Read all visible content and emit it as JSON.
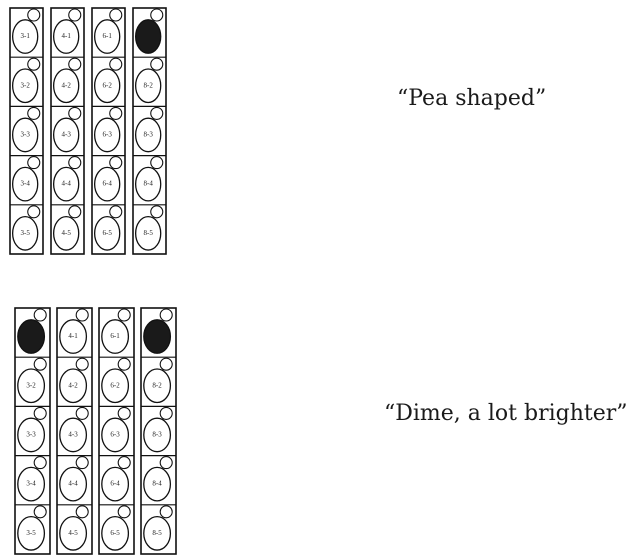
{
  "colors": {
    "ink": "#111111",
    "dark": "#1a1a1a",
    "paper": "#ffffff"
  },
  "panels": [
    {
      "caption": "“Pea shaped”",
      "strips": [
        {
          "cells": [
            {
              "label": "3-1",
              "dark": false
            },
            {
              "label": "3-2",
              "dark": false
            },
            {
              "label": "3-3",
              "dark": false
            },
            {
              "label": "3-4",
              "dark": false
            },
            {
              "label": "3-5",
              "dark": false
            }
          ]
        },
        {
          "cells": [
            {
              "label": "4-1",
              "dark": false
            },
            {
              "label": "4-2",
              "dark": false
            },
            {
              "label": "4-3",
              "dark": false
            },
            {
              "label": "4-4",
              "dark": false
            },
            {
              "label": "4-5",
              "dark": false
            }
          ]
        },
        {
          "cells": [
            {
              "label": "6-1",
              "dark": false
            },
            {
              "label": "6-2",
              "dark": false
            },
            {
              "label": "6-3",
              "dark": false
            },
            {
              "label": "6-4",
              "dark": false
            },
            {
              "label": "6-5",
              "dark": false
            }
          ]
        },
        {
          "cells": [
            {
              "label": "",
              "dark": true
            },
            {
              "label": "8-2",
              "dark": false
            },
            {
              "label": "8-3",
              "dark": false
            },
            {
              "label": "8-4",
              "dark": false
            },
            {
              "label": "8-5",
              "dark": false
            }
          ]
        }
      ]
    },
    {
      "caption": "“Dime, a lot brighter”",
      "strips": [
        {
          "cells": [
            {
              "label": "",
              "dark": true
            },
            {
              "label": "3-2",
              "dark": false
            },
            {
              "label": "3-3",
              "dark": false
            },
            {
              "label": "3-4",
              "dark": false
            },
            {
              "label": "3-5",
              "dark": false
            }
          ]
        },
        {
          "cells": [
            {
              "label": "4-1",
              "dark": false
            },
            {
              "label": "4-2",
              "dark": false
            },
            {
              "label": "4-3",
              "dark": false
            },
            {
              "label": "4-4",
              "dark": false
            },
            {
              "label": "4-5",
              "dark": false
            }
          ]
        },
        {
          "cells": [
            {
              "label": "6-1",
              "dark": false
            },
            {
              "label": "6-2",
              "dark": false
            },
            {
              "label": "6-3",
              "dark": false
            },
            {
              "label": "6-4",
              "dark": false
            },
            {
              "label": "6-5",
              "dark": false
            }
          ]
        },
        {
          "cells": [
            {
              "label": "",
              "dark": true
            },
            {
              "label": "8-2",
              "dark": false
            },
            {
              "label": "8-3",
              "dark": false
            },
            {
              "label": "8-4",
              "dark": false
            },
            {
              "label": "8-5",
              "dark": false
            }
          ]
        }
      ]
    }
  ]
}
